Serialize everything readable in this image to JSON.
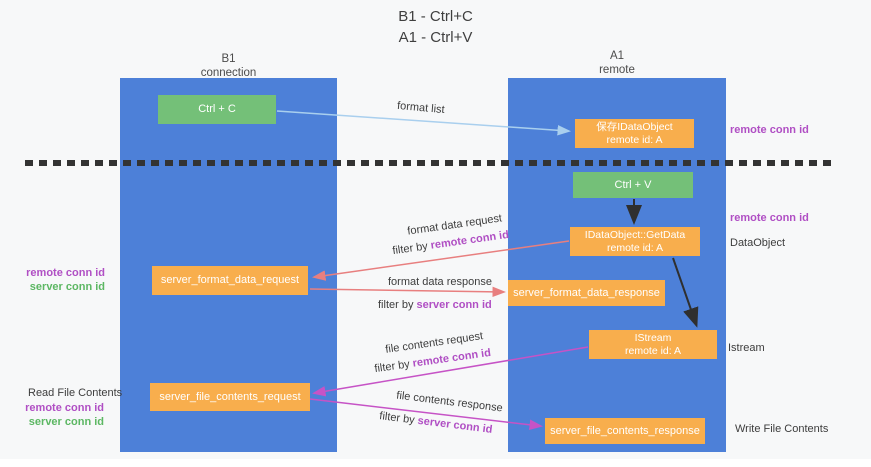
{
  "title": {
    "line1": "B1 - Ctrl+C",
    "line2": "A1 - Ctrl+V"
  },
  "lanes": {
    "left": {
      "header_line1": "B1",
      "header_line2": "connection"
    },
    "right": {
      "header_line1": "A1",
      "header_line2": "remote"
    }
  },
  "nodes": {
    "ctrl_c": "Ctrl + C",
    "save_idataobject": {
      "line1": "保存IDataObject",
      "line2": "remote id: A"
    },
    "ctrl_v": "Ctrl + V",
    "getdata": {
      "line1": "IDataObject::GetData",
      "line2": "remote id: A"
    },
    "format_request": "server_format_data_request",
    "format_response": "server_format_data_response",
    "istream": {
      "line1": "IStream",
      "line2": "remote id: A"
    },
    "file_request": "server_file_contents_request",
    "file_response": "server_file_contents_response"
  },
  "edge_labels": {
    "format_list": "format list",
    "format_data_request": "format data request",
    "format_data_response": "format data response",
    "file_contents_request": "file contents request",
    "file_contents_response": "file contents response",
    "filter_by": "filter by",
    "remote_conn_id": "remote conn id",
    "server_conn_id": "server conn id"
  },
  "side_labels": {
    "remote_conn_id": "remote conn id",
    "server_conn_id": "server conn id",
    "dataobject": "DataObject",
    "istream": "Istream",
    "read_file_contents": "Read File Contents",
    "write_file_contents": "Write File Contents"
  },
  "colors": {
    "lane_blue": "#4d80d8",
    "box_orange": "#f8ae4d",
    "box_green": "#74c078",
    "arrow_blue": "#a9cfee",
    "arrow_black": "#2f2f2f",
    "arrow_salmon": "#e87f7f",
    "arrow_magenta": "#c653c6",
    "text_purple": "#b04fc4",
    "text_green": "#5cb763",
    "dash_dark": "#333333"
  }
}
